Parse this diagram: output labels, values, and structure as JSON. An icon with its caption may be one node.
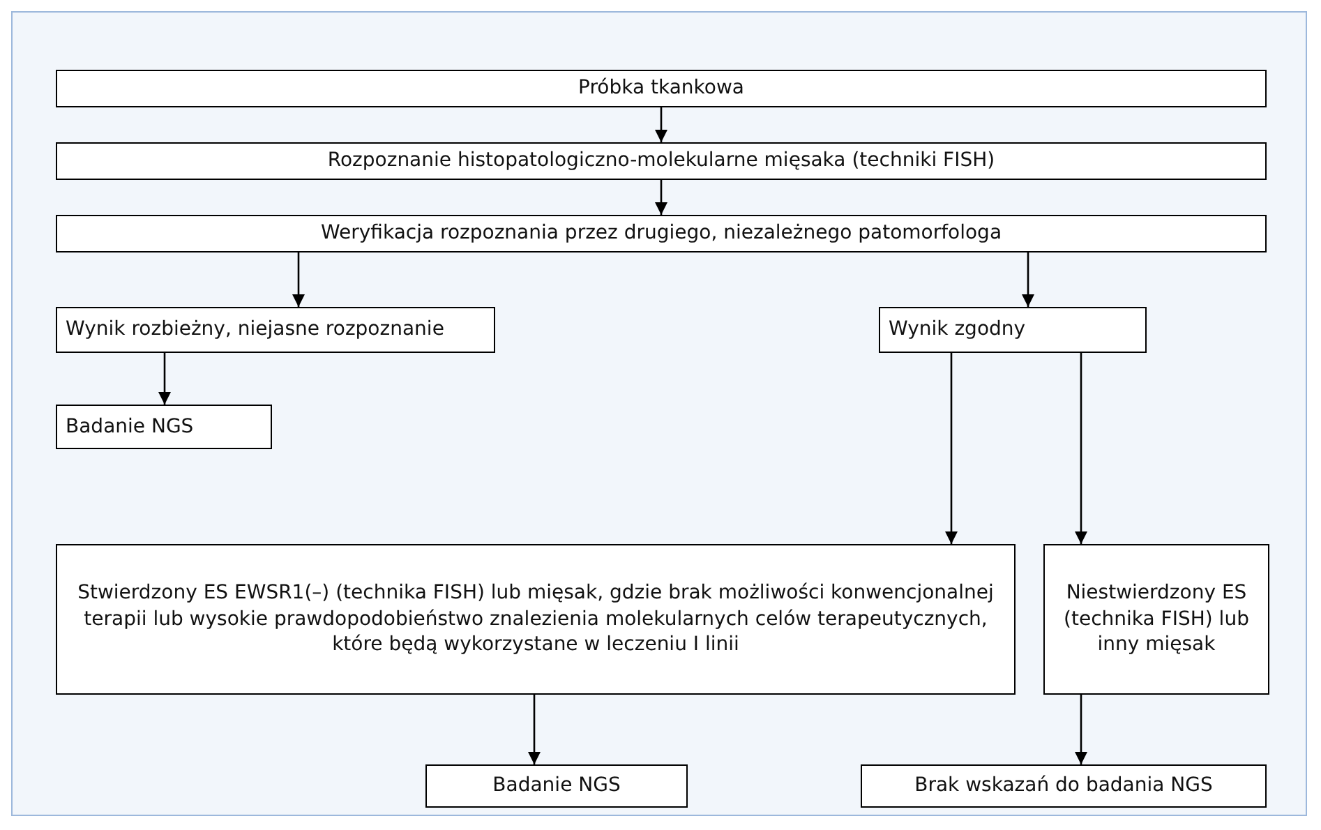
{
  "diagram": {
    "nodes": [
      {
        "text": [
          "Próbka tkankowa"
        ]
      },
      {
        "text": [
          "Rozpoznanie histopatologiczno-molekularne mięsaka (techniki FISH)"
        ]
      },
      {
        "text": [
          "Weryfikacja rozpoznania przez drugiego, niezależnego patomorfologa"
        ]
      },
      {
        "text": [
          "Wynik rozbieżny, niejasne rozpoznanie"
        ]
      },
      {
        "text": [
          "Wynik zgodny"
        ]
      },
      {
        "text": [
          "Badanie NGS"
        ]
      },
      {
        "text": [
          "Stwierdzony ES EWSR1(–) (technika FISH) lub mięsak, gdzie brak możliwości konwencjonalnej terapii lub wysokie prawdopodobieństwo znalezienia molekularnych celów terapeutycznych, które będą wykorzystane w leczeniu I linii"
        ]
      },
      {
        "text": [
          "Niestwierdzony ES (technika FISH) lub inny mięsak"
        ]
      },
      {
        "text": [
          "Badanie NGS"
        ]
      },
      {
        "text": [
          "Brak wskazań do badania NGS"
        ]
      }
    ],
    "edges": [
      {
        "from": 0,
        "to": 1,
        "arrow": "to"
      },
      {
        "from": 1,
        "to": 2,
        "arrow": "to"
      },
      {
        "from": 2,
        "to": 3,
        "arrow": "to"
      },
      {
        "from": 2,
        "to": 4,
        "arrow": "to"
      },
      {
        "from": 3,
        "to": 5,
        "arrow": "to"
      },
      {
        "from": 4,
        "to": 6,
        "arrow": "to"
      },
      {
        "from": 4,
        "to": 7,
        "arrow": "to"
      },
      {
        "from": 6,
        "to": 8,
        "arrow": "to"
      },
      {
        "from": 7,
        "to": 9,
        "arrow": "to"
      }
    ]
  }
}
